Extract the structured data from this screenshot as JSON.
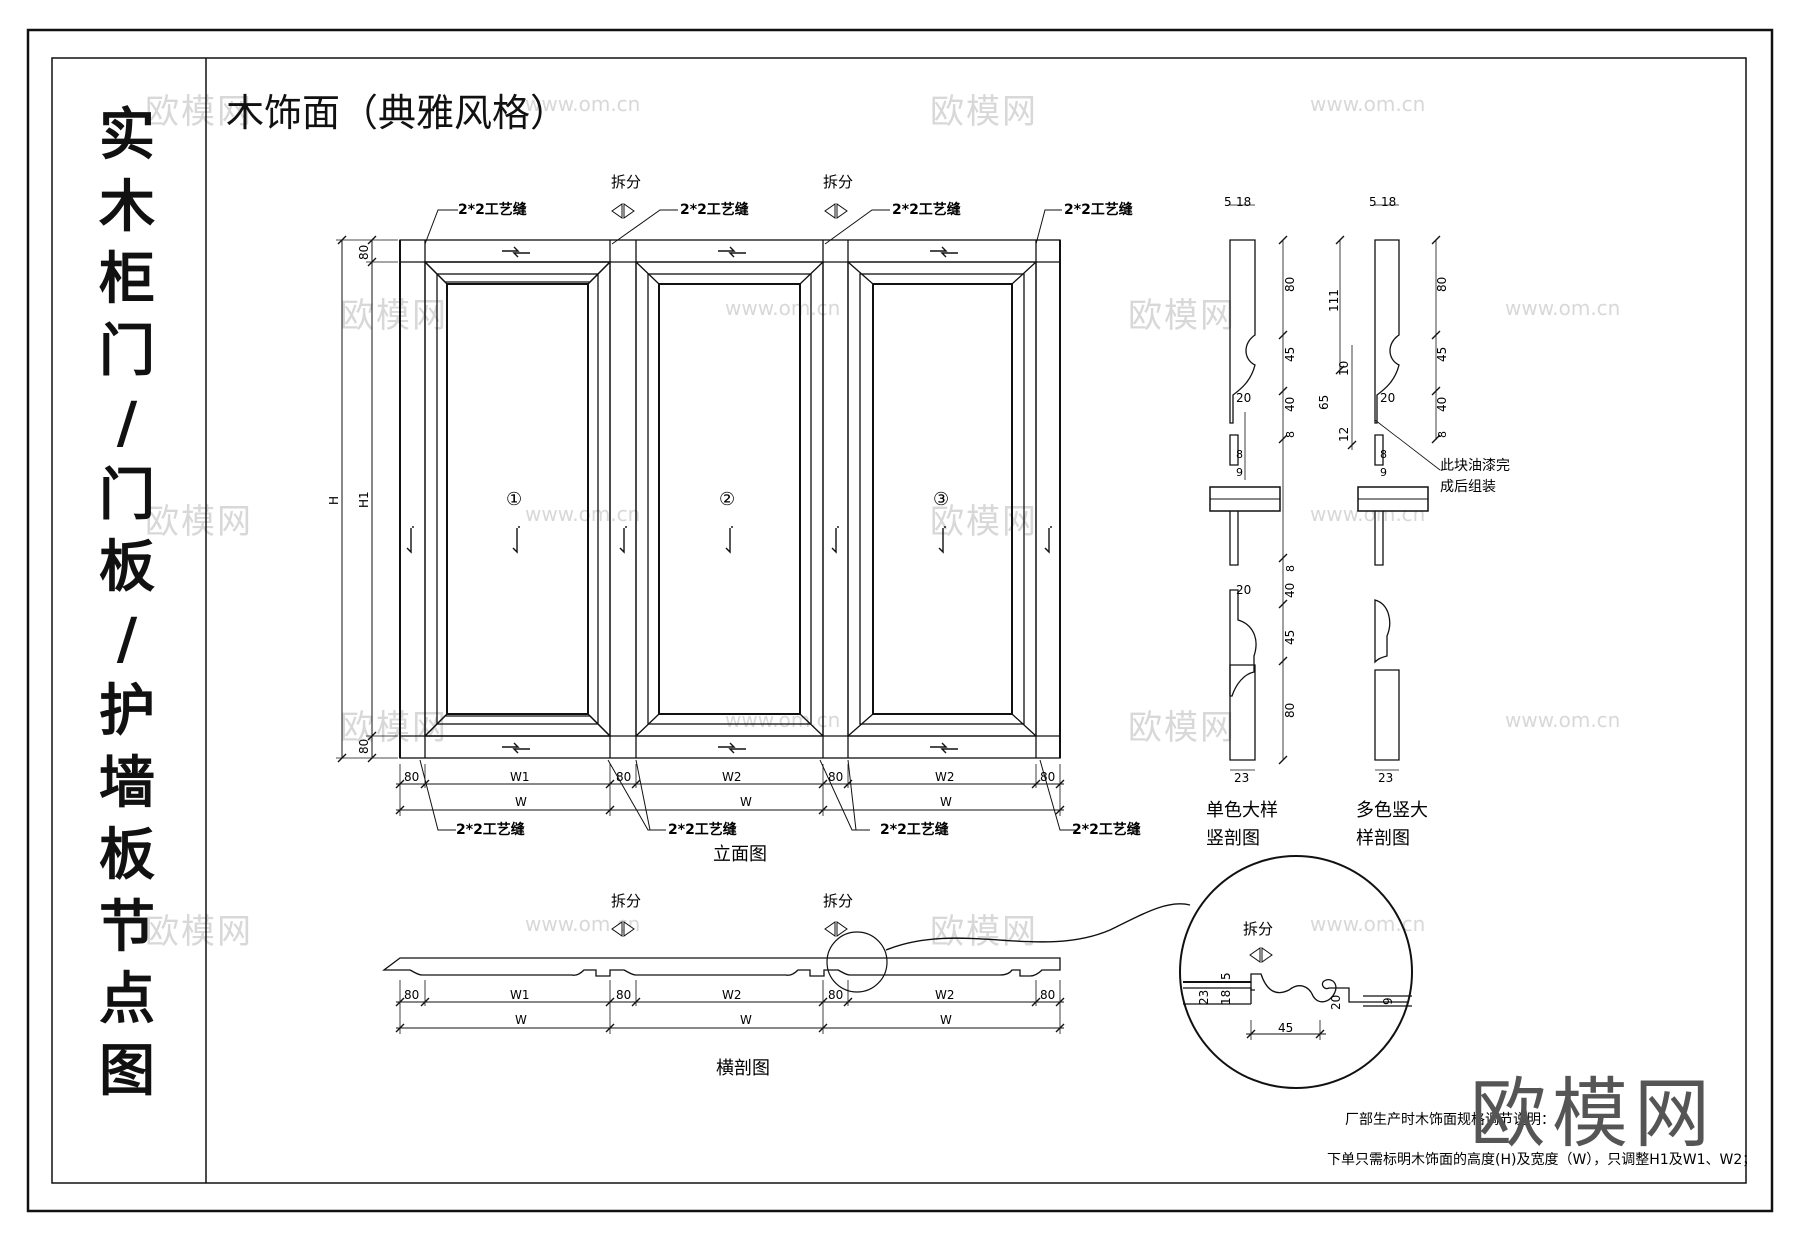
{
  "sheet": {
    "vertical_title_chars": [
      "实",
      "木",
      "柜",
      "门",
      "/",
      "门",
      "板",
      "/",
      "护",
      "墙",
      "板",
      "节",
      "点",
      "图"
    ],
    "main_title": "木饰面（典雅风格）"
  },
  "elevation": {
    "caption": "立面图",
    "split_label": "拆分",
    "seam_label": "2*2工艺缝",
    "dim_h": "H",
    "dim_h1": "H1",
    "dim_rail": "80",
    "panels": [
      {
        "number": "①",
        "width_label": "W1"
      },
      {
        "number": "②",
        "width_label": "W2"
      },
      {
        "number": "③",
        "width_label": "W2"
      }
    ],
    "dim_w": "W",
    "dim_stile": "80"
  },
  "section_single": {
    "caption_line1": "单色大样",
    "caption_line2": "竖剖图",
    "dims": [
      "5",
      "18",
      "80",
      "45",
      "20",
      "40",
      "8",
      "8",
      "9",
      "8",
      "40",
      "20",
      "45",
      "80",
      "23"
    ]
  },
  "section_multi": {
    "caption_line1": "多色竖大",
    "caption_line2": "样剖图",
    "dims": [
      "5",
      "18",
      "111",
      "10",
      "65",
      "12",
      "80",
      "45",
      "20",
      "40",
      "8",
      "8",
      "9",
      "23"
    ],
    "note_line1": "此块油漆完",
    "note_line2": "成后组装"
  },
  "cross_section": {
    "caption": "横剖图",
    "split_label": "拆分",
    "labels": [
      "80",
      "W1",
      "80",
      "W2",
      "80",
      "W2",
      "80"
    ],
    "dim_w": "W"
  },
  "detail": {
    "split_label": "拆分",
    "dims": [
      "23",
      "18",
      "5",
      "20",
      "9",
      "45"
    ]
  },
  "notes": {
    "line1": "厂部生产时木饰面规格调节说明：",
    "line2": "下单只需标明木饰面的高度(H)及宽度（W），只调整H1及W1、W2；"
  },
  "watermark": {
    "logo": "欧模网",
    "url": "www.om.cn"
  }
}
